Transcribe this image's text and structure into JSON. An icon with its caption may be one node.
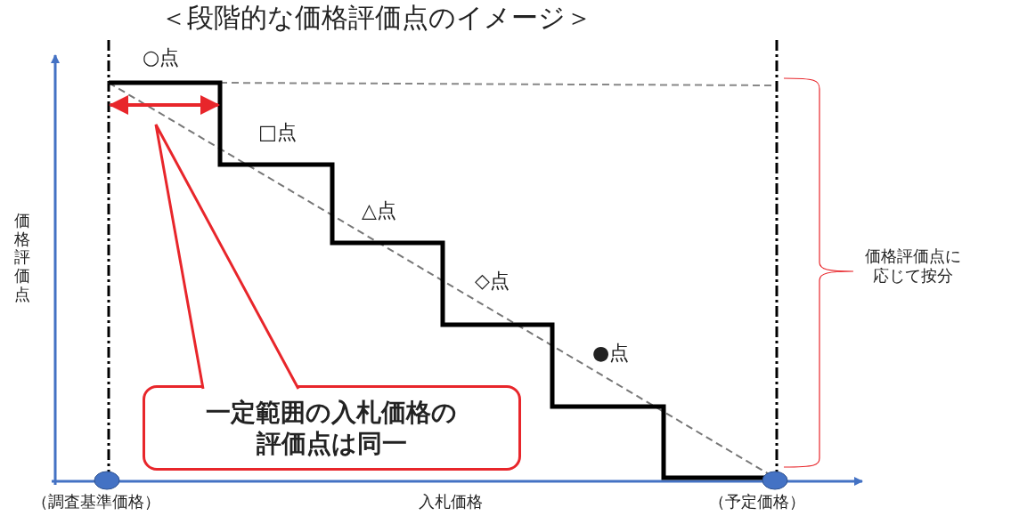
{
  "diagram": {
    "title": "＜段階的な価格評価点のイメージ＞",
    "nodes": [
      {
        "text": [
          "一定範囲の入札価格の評価点は同一"
        ]
      }
    ],
    "labels": [
      "○点",
      "□点",
      "△点",
      "価格評価点",
      "価格評価点に応じて按分",
      "◇点",
      "●点",
      "（調査基準価格）",
      "入札価格",
      "（予定価格）"
    ]
  }
}
